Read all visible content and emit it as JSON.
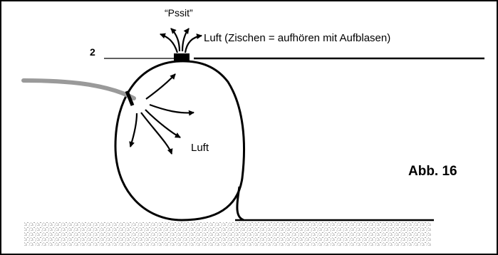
{
  "figure": {
    "sound_label": "“Pssit”",
    "air_note": "Luft (Zischen = aufhören mit Aufblasen)",
    "part_number": "2",
    "air_label": "Luft",
    "caption": "Abb. 16"
  },
  "colors": {
    "ink": "#000000",
    "hose": "#9a9a9a",
    "ground_stipple": "#555555",
    "background": "#ffffff"
  }
}
